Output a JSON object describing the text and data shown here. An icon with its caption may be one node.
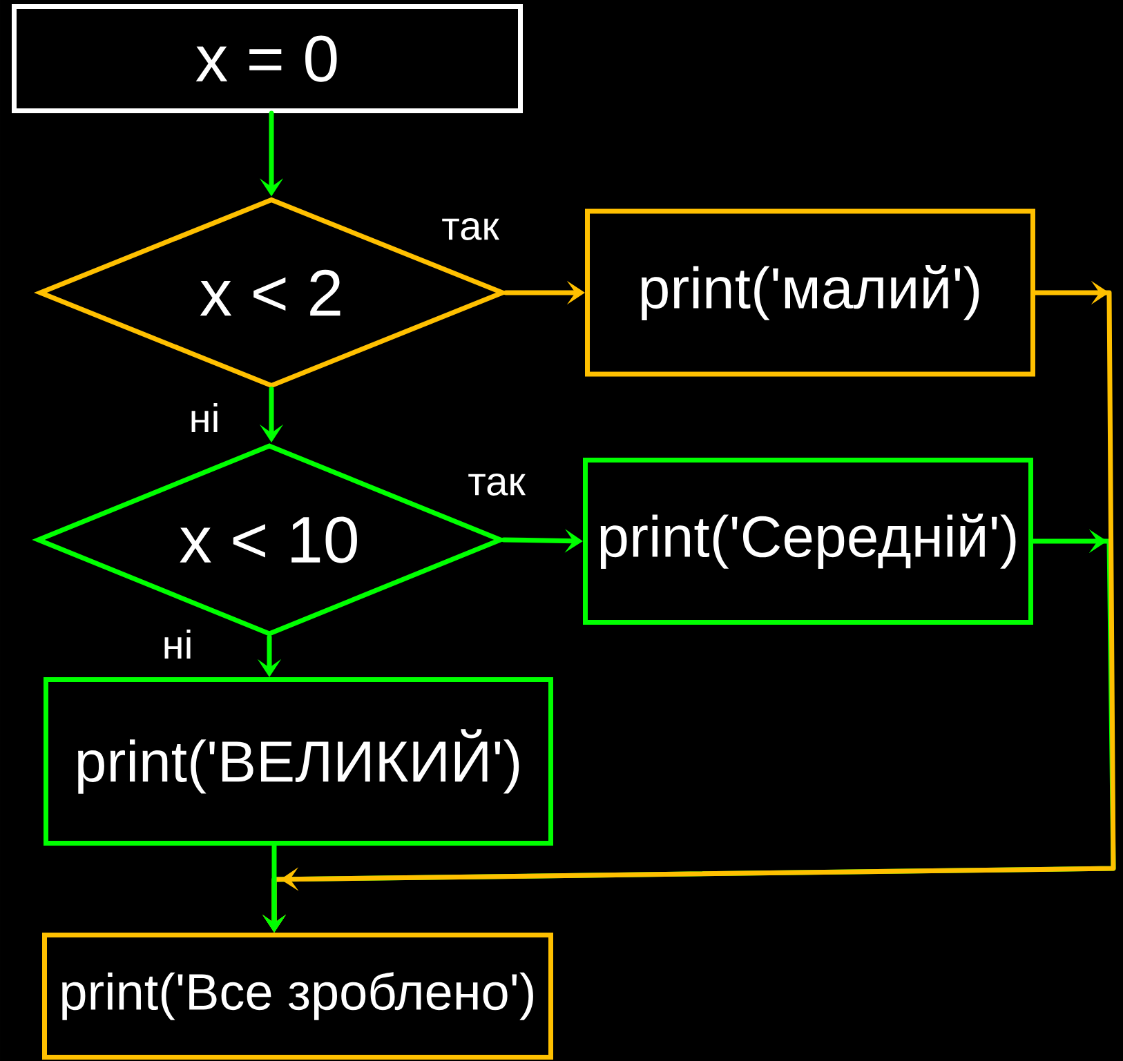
{
  "diagram": {
    "nodes": [
      {
        "text": [
          "x = 0"
        ]
      },
      {
        "text": [
          "x < 2"
        ]
      },
      {
        "text": [
          "print('малий')"
        ]
      },
      {
        "text": [
          "x < 10"
        ]
      },
      {
        "text": [
          "print('Середній')"
        ]
      },
      {
        "text": [
          "print('ВЕЛИКИЙ')"
        ]
      },
      {
        "text": [
          "print('Все зроблено')"
        ]
      }
    ],
    "edges": [
      {
        "from": 0,
        "to": 1,
        "arrow": "to"
      },
      {
        "from": 1,
        "to": 2,
        "arrow": "to",
        "label": "так",
        "color": "#ffc000"
      },
      {
        "from": 1,
        "to": 3,
        "arrow": "to",
        "label": "ні"
      },
      {
        "from": 3,
        "to": 4,
        "arrow": "to",
        "label": "так"
      },
      {
        "from": 3,
        "to": 5,
        "arrow": "to",
        "label": "ні"
      },
      {
        "from": 2,
        "to": 6,
        "arrow": "to",
        "color": "#ffc000"
      },
      {
        "from": 4,
        "to": 6,
        "arrow": "to"
      },
      {
        "from": 5,
        "to": 6,
        "arrow": "to"
      }
    ]
  }
}
